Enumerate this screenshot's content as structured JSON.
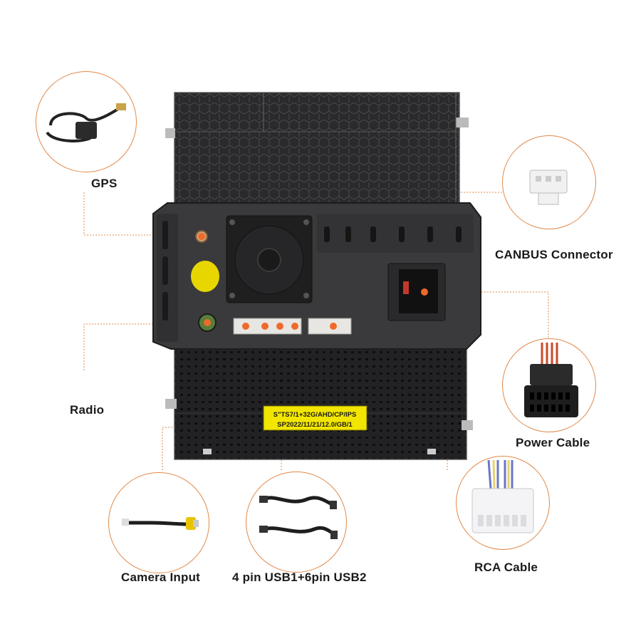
{
  "labels": {
    "gps": "GPS",
    "canbus": "CANBUS Connector",
    "radio": "Radio",
    "power": "Power Cable",
    "camera": "Camera Input",
    "usb": "4 pin USB1+6pin USB2",
    "rca": "RCA Cable"
  },
  "sticker": {
    "line1": "S\"TS7/1+32G/AHD/CP/IPS",
    "line2": "SP2022/11/21/12.0/GB/1"
  },
  "colors": {
    "accent": "#e0894a",
    "body": "#2c2c2e",
    "sticker": "#f2e600",
    "dot": "#ef6a2a"
  }
}
